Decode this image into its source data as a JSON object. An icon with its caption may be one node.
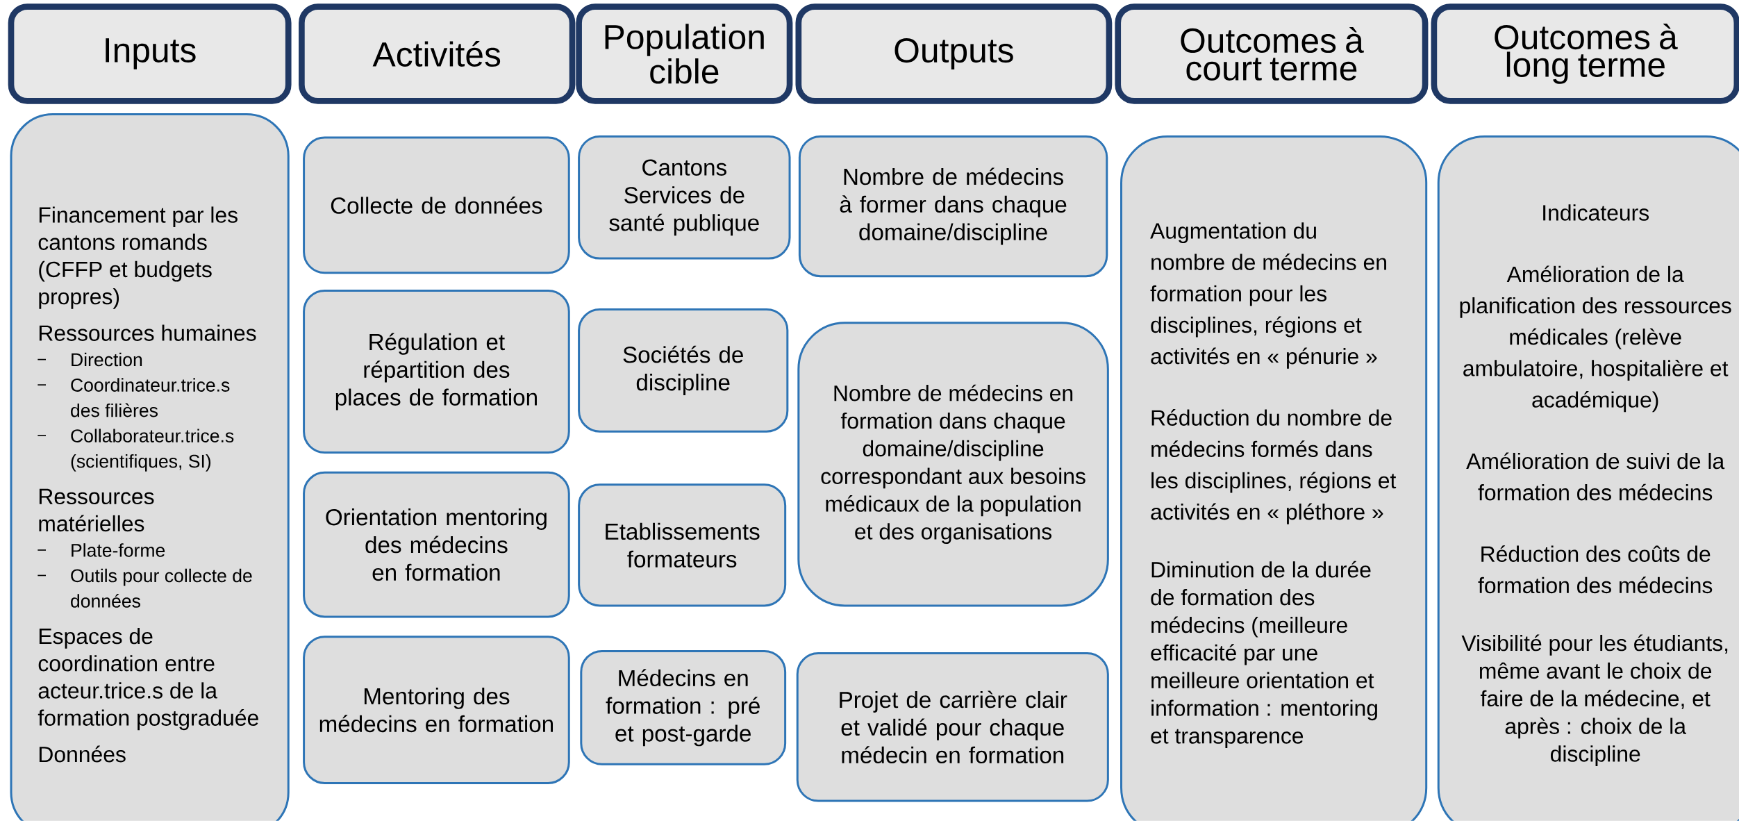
{
  "diagram": {
    "nodes": [
      {
        "text": [
          "Inputs"
        ]
      },
      {
        "text": [
          "Activités"
        ]
      },
      {
        "text": [
          "Population cible"
        ]
      },
      {
        "text": [
          "Outputs"
        ]
      },
      {
        "text": [
          "Outcomes à court terme"
        ]
      },
      {
        "text": [
          "Outcomes à long terme"
        ]
      },
      {
        "text": [
          "Financement par les cantons romands (CFFP et budgets propres)",
          "Ressources humaines",
          "Direction",
          "Coordinateur.trice.s des filières",
          "Collaborateur.trice.s (scientifiques, SI)",
          "Ressources matérielles",
          "Plate-forme",
          "Outils pour collecte de données",
          "Espaces de coordination",
          "entre acteur.trice.s de la formation postgraduée",
          "Données"
        ]
      },
      {
        "text": [
          "Collecte de données"
        ]
      },
      {
        "text": [
          "Régulation et répartition des places de formation"
        ]
      },
      {
        "text": [
          "Orientation mentoring des médecins en formation"
        ]
      },
      {
        "text": [
          "Mentoring des médecins en formation"
        ]
      },
      {
        "text": [
          "Cantons",
          "Services de santé publique"
        ]
      },
      {
        "text": [
          "Sociétés de discipline"
        ]
      },
      {
        "text": [
          "Etablissements formateurs"
        ]
      },
      {
        "text": [
          "Médecins en formation : pré et post-garde"
        ]
      },
      {
        "text": [
          "Nombre de médecins à former dans chaque domaine/discipline"
        ]
      },
      {
        "text": [
          "Nombre de médecins en formation dans chaque domaine/discipline correspondant aux besoins médicaux de la population et des organisations"
        ]
      },
      {
        "text": [
          "Projet de carrière clair et validé pour chaque médecin en formation"
        ]
      },
      {
        "text": [
          "Augmentation du nombre de médecins en formation pour les disciplines, régions et activités en « pénurie »",
          "Réduction du nombre de médecins formés dans les disciplines, régions et activités en « pléthore »",
          "Diminution de la durée de formation des médecins (meilleure efficacité par une meilleure orientation et information : mentoring et transparence"
        ]
      },
      {
        "text": [
          "Indicateurs",
          "Amélioration de la planification des ressources médicales (relève ambulatoire, hospitalière et académique)",
          "Amélioration de suivi de la formation des médecins",
          "Réduction des coûts de formation des médecins",
          "Visibilité pour les étudiants, même avant le choix de faire de la médecine, et après : choix de la discipline"
        ]
      }
    ]
  }
}
